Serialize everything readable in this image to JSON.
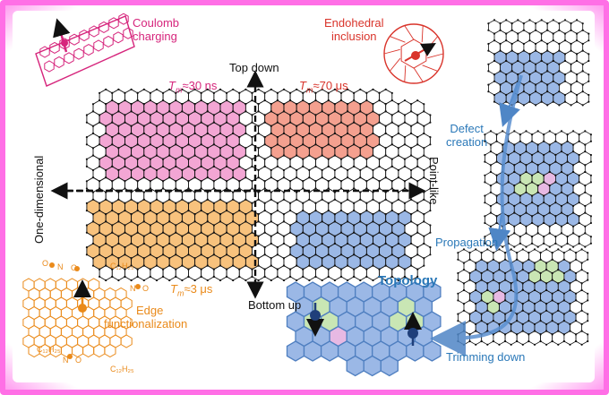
{
  "labels": {
    "coulomb_1": "Coulomb",
    "coulomb_2": "charging",
    "endo_1": "Endohedral",
    "endo_2": "inclusion",
    "top_down": "Top down",
    "bottom_up": "Bottom up",
    "one_dimensional": "One-dimensional",
    "point_like": "Point-like",
    "tm_pink_pre": "T",
    "tm_pink_sub": "m",
    "tm_pink_val": "≈30 ns",
    "tm_red_pre": "T",
    "tm_red_sub": "m",
    "tm_red_val": "≈70 μs",
    "tm_orange_pre": "T",
    "tm_orange_sub": "m",
    "tm_orange_val": "≈3 μs",
    "defect_1": "Defect",
    "defect_2": "creation",
    "propagation": "Propagation",
    "trimming": "Trimming down",
    "topology": "Topology",
    "edge_1": "Edge",
    "edge_2": "functionalization",
    "c12h25_a": "C₁₂H₂₅",
    "c12h25_b": "C₁₂H₂₅",
    "c12h25_c": "C₁₂H₂₅",
    "o_a": "O",
    "o_b": "O",
    "o_c": "O",
    "o_d": "O",
    "n_a": "N",
    "n_b": "N",
    "n_c": "N"
  },
  "colors": {
    "pink": "#f3a6d4",
    "pink_text": "#d6257c",
    "red": "#f4a08f",
    "red_text": "#d9342b",
    "orange": "#f8c27d",
    "orange_text": "#ea8a1a",
    "blue": "#9bb8e6",
    "blue_text": "#2a78b8",
    "green": "#c9e6b4",
    "purple": "#e7b9e3",
    "frame": "#ff6fe6"
  }
}
